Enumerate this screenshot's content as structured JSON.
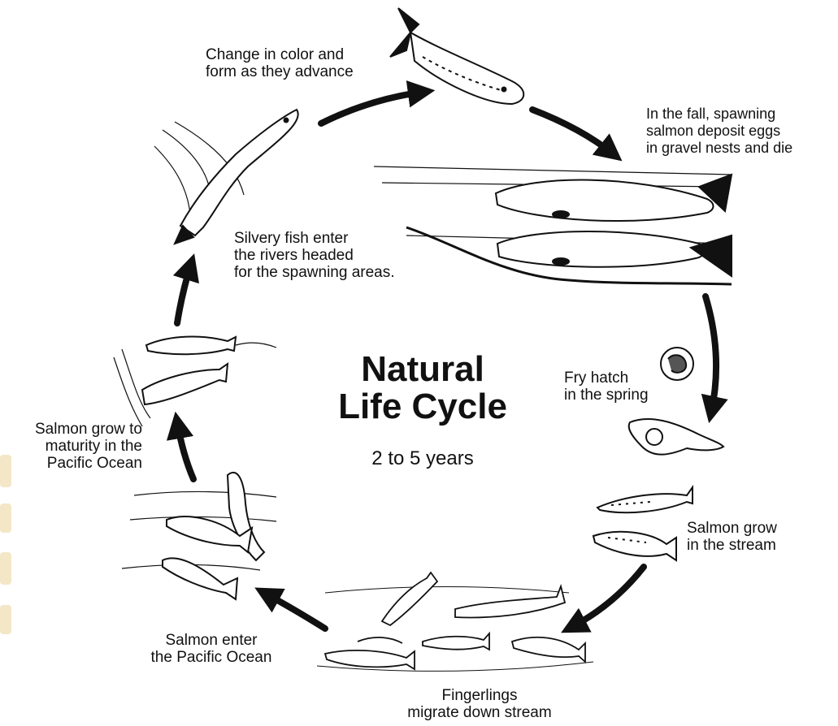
{
  "diagram": {
    "title_lines": [
      "Natural",
      "Life Cycle"
    ],
    "subtitle": "2 to 5 years",
    "stages": [
      {
        "id": "change",
        "lines": [
          "Change in color and",
          "form as they advance"
        ]
      },
      {
        "id": "spawn",
        "lines": [
          "In the fall, spawning",
          "salmon deposit eggs",
          "in gravel nests and die"
        ]
      },
      {
        "id": "fry",
        "lines": [
          "Fry hatch",
          "in the spring"
        ]
      },
      {
        "id": "stream",
        "lines": [
          "Salmon grow",
          "in the stream"
        ]
      },
      {
        "id": "fingerlings",
        "lines": [
          "Fingerlings",
          "migrate down stream"
        ]
      },
      {
        "id": "enter-ocean",
        "lines": [
          "Salmon enter",
          "the Pacific Ocean"
        ]
      },
      {
        "id": "maturity",
        "lines": [
          "Salmon grow to",
          "maturity in the",
          "Pacific Ocean"
        ]
      },
      {
        "id": "silvery",
        "lines": [
          "Silvery fish enter",
          "the rivers headed",
          "for the spawning areas."
        ]
      }
    ]
  },
  "colors": {
    "ink": "#111111",
    "background": "#ffffff",
    "watermark": "#f3e7c7"
  }
}
